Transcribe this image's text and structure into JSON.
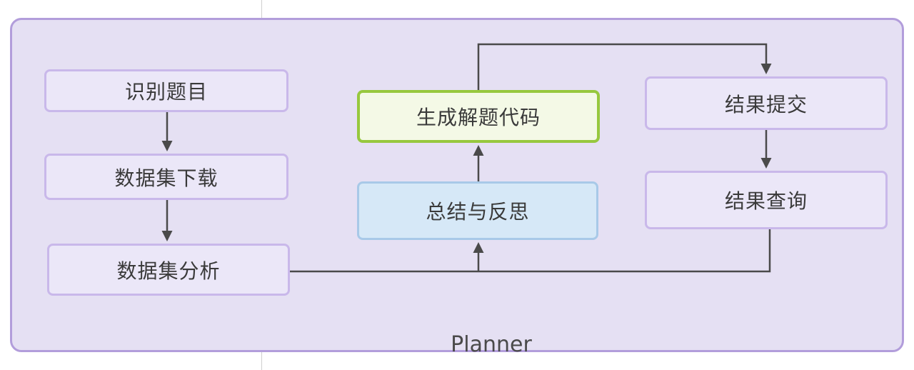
{
  "diagram": {
    "title": "Planner",
    "nodes": {
      "identify": {
        "label": "识别题目",
        "type": "purple"
      },
      "download": {
        "label": "数据集下载",
        "type": "purple"
      },
      "analyze": {
        "label": "数据集分析",
        "type": "purple"
      },
      "codegen": {
        "label": "生成解题代码",
        "type": "green"
      },
      "reflect": {
        "label": "总结与反思",
        "type": "blue"
      },
      "submit": {
        "label": "结果提交",
        "type": "purple"
      },
      "query": {
        "label": "结果查询",
        "type": "purple"
      }
    },
    "edges": [
      {
        "from": "识别题目",
        "to": "数据集下载"
      },
      {
        "from": "数据集下载",
        "to": "数据集分析"
      },
      {
        "from": "数据集分析",
        "to": "总结与反思"
      },
      {
        "from": "总结与反思",
        "to": "生成解题代码"
      },
      {
        "from": "生成解题代码",
        "to": "结果提交"
      },
      {
        "from": "结果提交",
        "to": "结果查询"
      },
      {
        "from": "结果查询",
        "to": "总结与反思"
      }
    ],
    "colors": {
      "container_fill": "#e5e0f3",
      "container_border": "#b29ddb",
      "purple_fill": "#ebe7f8",
      "purple_border": "#c9b8ea",
      "green_fill": "#f4f9e6",
      "green_border": "#97c83e",
      "blue_fill": "#d6e8f7",
      "blue_border": "#a8c9e8",
      "arrow": "#4a4a4a",
      "text": "#3a3a3a"
    }
  }
}
